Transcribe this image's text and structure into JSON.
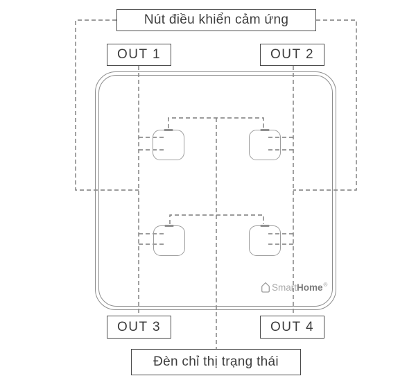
{
  "title_box": {
    "label": "Nút điều khiển cảm ứng"
  },
  "output_boxes": {
    "out1": "OUT 1",
    "out2": "OUT 2",
    "out3": "OUT 3",
    "out4": "OUT 4"
  },
  "status_box": {
    "label": "Đèn chỉ thị trạng thái"
  },
  "panel": {
    "type": "4-gang touch switch panel",
    "buttons": [
      "touch-button-1",
      "touch-button-2",
      "touch-button-3",
      "touch-button-4"
    ],
    "logo": {
      "icon": "house-icon",
      "brand_light": "Smart",
      "brand_bold": "Home",
      "registered": "®"
    }
  },
  "colors": {
    "background": "#ffffff",
    "box_border": "#4a4a4a",
    "text": "#3d3d3d",
    "dashed_line": "#7a7a7a",
    "panel_border": "#8d8d8d",
    "button_border": "#9d9d9d",
    "logo_light": "#a9a9a9",
    "logo_bold": "#7b7b7b"
  }
}
